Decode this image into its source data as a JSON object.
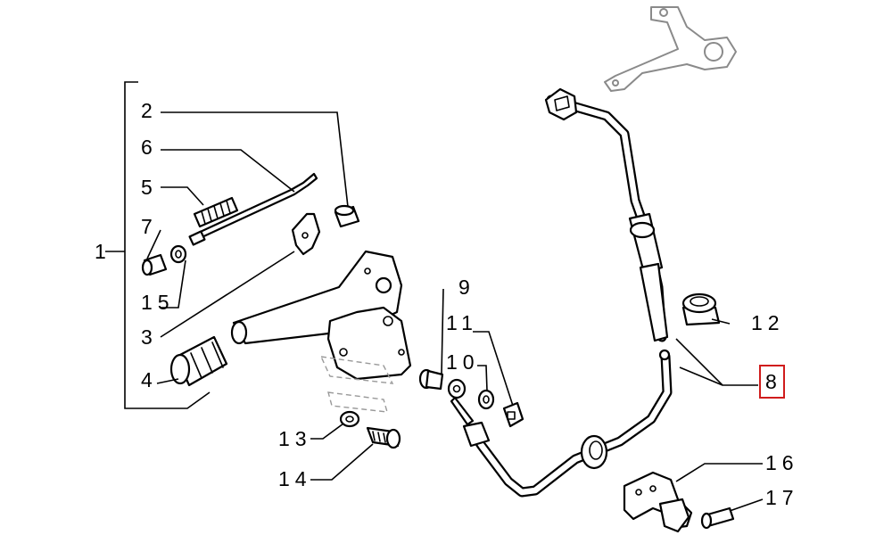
{
  "diagram": {
    "callouts": [
      {
        "id": "1",
        "label": "1"
      },
      {
        "id": "2",
        "label": "2"
      },
      {
        "id": "3",
        "label": "3"
      },
      {
        "id": "4",
        "label": "4"
      },
      {
        "id": "5",
        "label": "5"
      },
      {
        "id": "6",
        "label": "6"
      },
      {
        "id": "7",
        "label": "7"
      },
      {
        "id": "8",
        "label": "8",
        "highlighted": true
      },
      {
        "id": "9",
        "label": "9"
      },
      {
        "id": "10",
        "label": "10"
      },
      {
        "id": "11",
        "label": "11"
      },
      {
        "id": "12",
        "label": "12"
      },
      {
        "id": "13",
        "label": "13"
      },
      {
        "id": "14",
        "label": "14"
      },
      {
        "id": "15",
        "label": "15"
      },
      {
        "id": "16",
        "label": "16"
      },
      {
        "id": "17",
        "label": "17"
      }
    ],
    "highlight_color": "#d01c1c"
  }
}
